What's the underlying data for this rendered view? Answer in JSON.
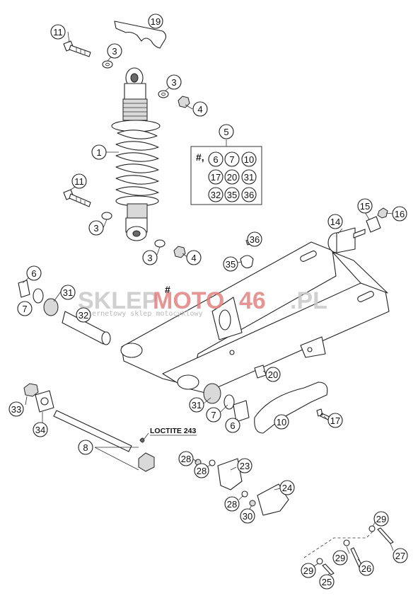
{
  "diagram": {
    "callouts": [
      {
        "id": "c19",
        "label": "19"
      },
      {
        "id": "c11a",
        "label": "11"
      },
      {
        "id": "c3a",
        "label": "3"
      },
      {
        "id": "c3b",
        "label": "3"
      },
      {
        "id": "c4a",
        "label": "4"
      },
      {
        "id": "c1",
        "label": "1"
      },
      {
        "id": "c5",
        "label": "5"
      },
      {
        "id": "k6",
        "label": "6"
      },
      {
        "id": "k7",
        "label": "7"
      },
      {
        "id": "k10",
        "label": "10"
      },
      {
        "id": "k17",
        "label": "17"
      },
      {
        "id": "k20",
        "label": "20"
      },
      {
        "id": "k31",
        "label": "31"
      },
      {
        "id": "k32",
        "label": "32"
      },
      {
        "id": "k35",
        "label": "35"
      },
      {
        "id": "k36",
        "label": "36"
      },
      {
        "id": "c11b",
        "label": "11"
      },
      {
        "id": "c3c",
        "label": "3"
      },
      {
        "id": "c3d",
        "label": "3"
      },
      {
        "id": "c4b",
        "label": "4"
      },
      {
        "id": "c14",
        "label": "14"
      },
      {
        "id": "c15",
        "label": "15"
      },
      {
        "id": "c16",
        "label": "16"
      },
      {
        "id": "c36",
        "label": "36"
      },
      {
        "id": "c35",
        "label": "35"
      },
      {
        "id": "c6a",
        "label": "6"
      },
      {
        "id": "c7a",
        "label": "7"
      },
      {
        "id": "c31a",
        "label": "31"
      },
      {
        "id": "c32",
        "label": "32"
      },
      {
        "id": "c20",
        "label": "20"
      },
      {
        "id": "c31b",
        "label": "31"
      },
      {
        "id": "c7b",
        "label": "7"
      },
      {
        "id": "c6b",
        "label": "6"
      },
      {
        "id": "c10",
        "label": "10"
      },
      {
        "id": "c17",
        "label": "17"
      },
      {
        "id": "c33",
        "label": "33"
      },
      {
        "id": "c34",
        "label": "34"
      },
      {
        "id": "c8",
        "label": "8"
      },
      {
        "id": "c28a",
        "label": "28"
      },
      {
        "id": "c28b",
        "label": "28"
      },
      {
        "id": "c23",
        "label": "23"
      },
      {
        "id": "c24",
        "label": "24"
      },
      {
        "id": "c28c",
        "label": "28"
      },
      {
        "id": "c30",
        "label": "30"
      },
      {
        "id": "c29a",
        "label": "29"
      },
      {
        "id": "c29b",
        "label": "29"
      },
      {
        "id": "c27",
        "label": "27"
      },
      {
        "id": "c29c",
        "label": "29"
      },
      {
        "id": "c26",
        "label": "26"
      },
      {
        "id": "c25",
        "label": "25"
      }
    ],
    "kit_prefix": "#,",
    "frame_mark": "#",
    "loctite_note": "LOCTITE 243"
  },
  "watermark": {
    "brand_part1": "SKLEP",
    "brand_part2": "MOTO",
    "brand_part3": "46",
    "brand_part4": ".PL",
    "tagline": "internetowy sklep motocyklowy"
  },
  "colors": {
    "line": "#222222",
    "watermark_red": "#e07a7a",
    "watermark_grey": "#c8c8c8"
  }
}
